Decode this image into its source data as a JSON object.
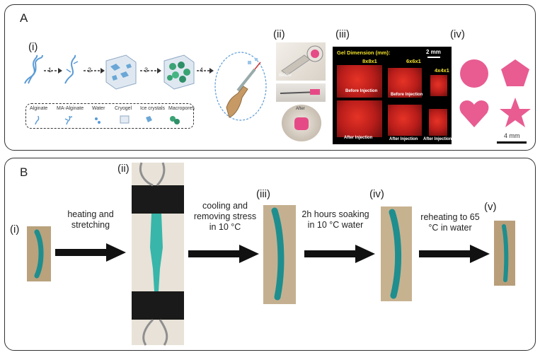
{
  "panel_a": {
    "label": "A",
    "sub_i": "(i)",
    "sub_ii": "(ii)",
    "sub_iii": "(iii)",
    "sub_iv": "(iv)",
    "steps": [
      "1",
      "2",
      "3",
      "4"
    ],
    "legend": [
      "Alginate",
      "MA-Alginate",
      "Water",
      "Cryogel",
      "Ice crystals",
      "Macropores"
    ],
    "before": "Before",
    "after": "After",
    "gel_dimension": "Gel Dimension (mm):",
    "scale_2mm": "2 mm",
    "dims": [
      "8x8x1",
      "6x6x1",
      "4x4x1"
    ],
    "before_injection": "Before Injection",
    "after_injection": "After Injection",
    "scale_4mm": "4 mm"
  },
  "panel_b": {
    "label": "B",
    "sub_i": "(i)",
    "sub_ii": "(ii)",
    "sub_iii": "(iii)",
    "sub_iv": "(iv)",
    "sub_v": "(v)",
    "step1": "heating and stretching",
    "step2": "cooling and removing stress in 10 °C",
    "step3": "2h hours soaking in 10 °C water",
    "step4": "reheating to 65 °C in water"
  },
  "colors": {
    "gel_teal": "#1f8e8e",
    "fluor_red": "#d8291f",
    "pink": "#e64a86",
    "alginate_blue": "#6aa7d6"
  }
}
